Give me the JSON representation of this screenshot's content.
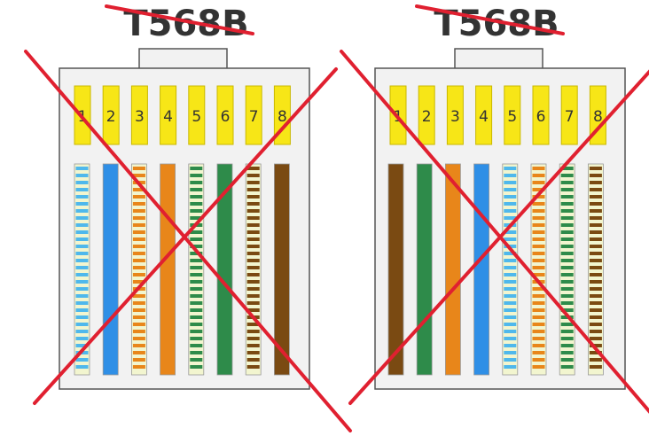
{
  "connectors": [
    {
      "title": "T568B",
      "pins": [
        "1",
        "2",
        "3",
        "4",
        "5",
        "6",
        "7",
        "8"
      ],
      "wires": [
        {
          "base": "#4fb8ec",
          "stripe": "#f2f5cf",
          "striped": true
        },
        {
          "base": "#2f8fe6",
          "striped": false
        },
        {
          "base": "#e8861a",
          "stripe": "#f2f5cf",
          "striped": true
        },
        {
          "base": "#e8861a",
          "striped": false
        },
        {
          "base": "#2e8b4a",
          "stripe": "#f2f5cf",
          "striped": true
        },
        {
          "base": "#2e8b4a",
          "striped": false
        },
        {
          "base": "#7a4a12",
          "stripe": "#f2f5cf",
          "striped": true
        },
        {
          "base": "#7a4a12",
          "striped": false
        }
      ],
      "crossed_out": true
    },
    {
      "title": "T568B",
      "pins": [
        "1",
        "2",
        "3",
        "4",
        "5",
        "6",
        "7",
        "8"
      ],
      "wires": [
        {
          "base": "#7a4a12",
          "striped": false
        },
        {
          "base": "#2e8b4a",
          "striped": false
        },
        {
          "base": "#e8861a",
          "striped": false
        },
        {
          "base": "#2f8fe6",
          "striped": false
        },
        {
          "base": "#4fb8ec",
          "stripe": "#f2f5cf",
          "striped": true
        },
        {
          "base": "#e8861a",
          "stripe": "#f2f5cf",
          "striped": true
        },
        {
          "base": "#2e8b4a",
          "stripe": "#f2f5cf",
          "striped": true
        },
        {
          "base": "#7a4a12",
          "stripe": "#f2f5cf",
          "striped": true
        }
      ],
      "crossed_out": true
    }
  ],
  "colors": {
    "pin_fill": "#f7e617",
    "pin_stroke": "#c9b800",
    "housing_fill": "#f2f2f2",
    "housing_stroke": "#555555",
    "cross_line": "#e02030",
    "title_text": "#333333"
  }
}
